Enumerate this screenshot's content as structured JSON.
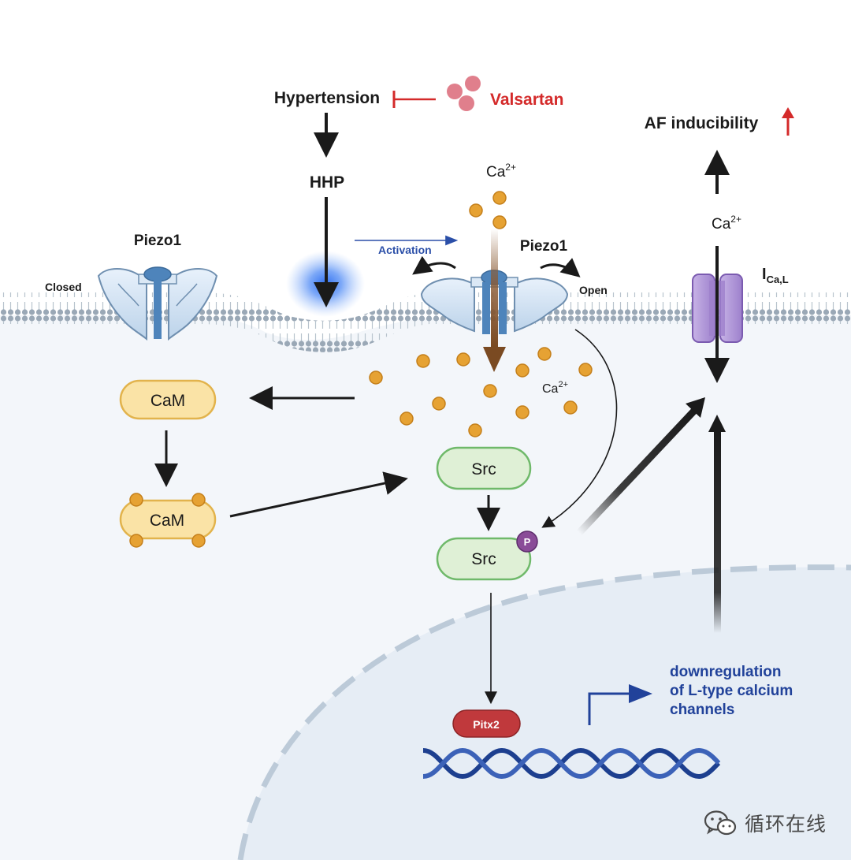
{
  "labels": {
    "hypertension": "Hypertension",
    "valsartan": "Valsartan",
    "hhp": "HHP",
    "af_inducibility": "AF inducibility",
    "piezo1_left": "Piezo1",
    "piezo1_right": "Piezo1",
    "closed": "Closed",
    "open": "Open",
    "activation": "Activation",
    "ca_top": "Ca",
    "ca_inner": "Ca",
    "ca_right": "Ca",
    "charge": "2+",
    "ical_main": "I",
    "ical_sub": "Ca,L",
    "cam_top": "CaM",
    "cam_bottom": "CaM",
    "src_top": "Src",
    "src_bottom": "Src",
    "phospho": "P",
    "pitx2": "Pitx2",
    "downreg_line1": "downregulation",
    "downreg_line2": "of L-type calcium",
    "downreg_line3": "channels"
  },
  "watermark": {
    "text": "循环在线",
    "icon": "wechat-icon"
  },
  "colors": {
    "black_text": "#1a1a1a",
    "valsartan_red": "#d42a2a",
    "activation_blue": "#2b4fa8",
    "downreg_blue": "#21429a",
    "ca_ion": "#e6a233",
    "cam_fill": "#fae3a6",
    "src_fill": "#dff0d6",
    "pitx2_fill": "#c0393c",
    "channel_purple": "#b49ad8",
    "dna_blue": "#1d3f8f",
    "cell_bg": "#f3f6fa",
    "nucleus_bg": "#e6edf5"
  }
}
